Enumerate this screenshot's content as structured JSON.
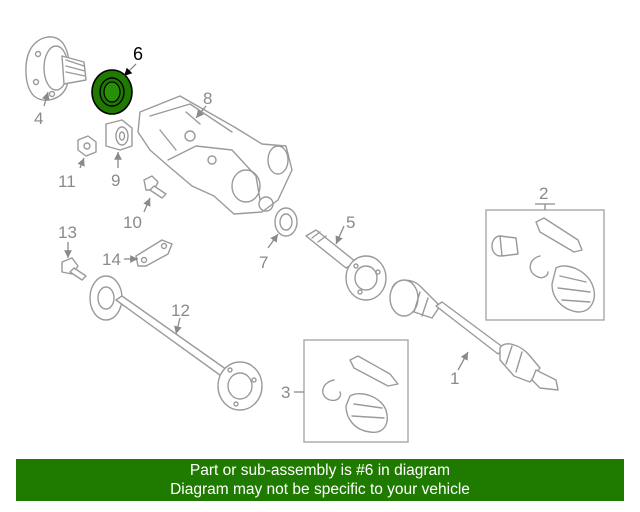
{
  "diagram": {
    "callouts": {
      "c1": "1",
      "c2": "2",
      "c3": "3",
      "c4": "4",
      "c5": "5",
      "c6": "6",
      "c7": "7",
      "c8": "8",
      "c9": "9",
      "c10": "10",
      "c11": "11",
      "c12": "12",
      "c13": "13",
      "c14": "14"
    },
    "highlighted_part": "6",
    "highlight_color": "#1e7b00"
  },
  "banner": {
    "line1": "Part or sub-assembly is #6 in diagram",
    "line2": "Diagram may not be specific to your vehicle",
    "background": "#1e7b00"
  }
}
